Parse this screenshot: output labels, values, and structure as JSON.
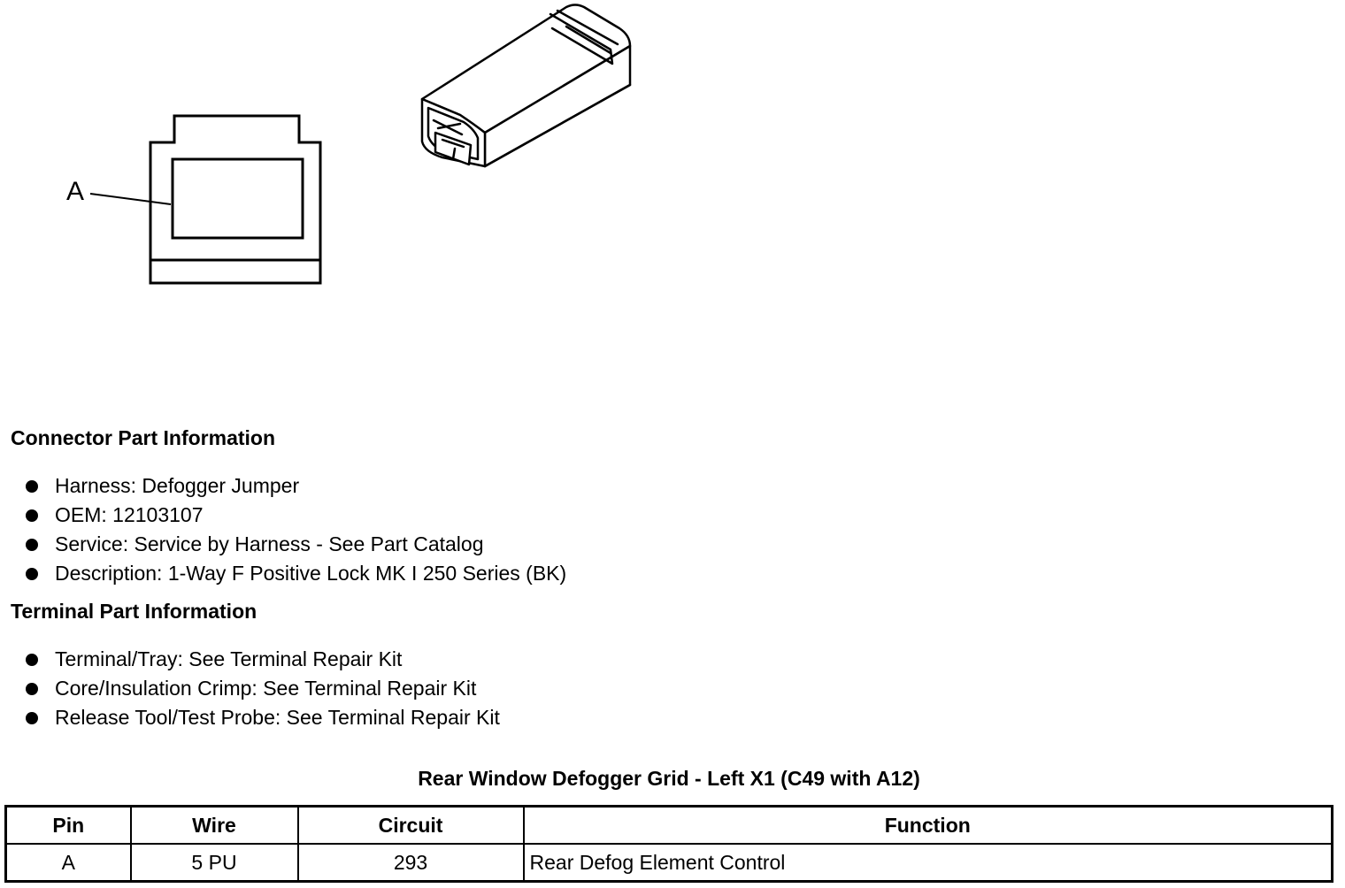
{
  "figure": {
    "callout_label": "A"
  },
  "connector_section": {
    "heading": "Connector Part Information",
    "items": [
      "Harness: Defogger Jumper",
      "OEM: 12103107",
      "Service: Service by Harness - See Part Catalog",
      "Description: 1-Way F Positive Lock MK I 250 Series (BK)"
    ]
  },
  "terminal_section": {
    "heading": "Terminal Part Information",
    "items": [
      "Terminal/Tray: See Terminal Repair Kit",
      "Core/Insulation Crimp: See Terminal Repair Kit",
      "Release Tool/Test Probe: See Terminal Repair Kit"
    ]
  },
  "pin_table": {
    "title": "Rear Window Defogger Grid - Left X1 (C49 with A12)",
    "headers": {
      "pin": "Pin",
      "wire": "Wire",
      "circuit": "Circuit",
      "function": "Function"
    },
    "rows": [
      {
        "pin": "A",
        "wire": "5 PU",
        "circuit": "293",
        "function": "Rear Defog Element Control"
      }
    ]
  }
}
